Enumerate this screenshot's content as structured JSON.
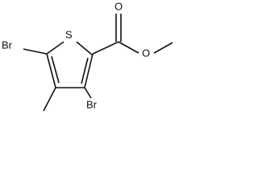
{
  "molecule": {
    "atoms": {
      "sulfur": "S",
      "bromine_c5": "Br",
      "bromine_c3": "Br",
      "carbonyl_oxygen": "O",
      "ester_oxygen": "O"
    }
  }
}
